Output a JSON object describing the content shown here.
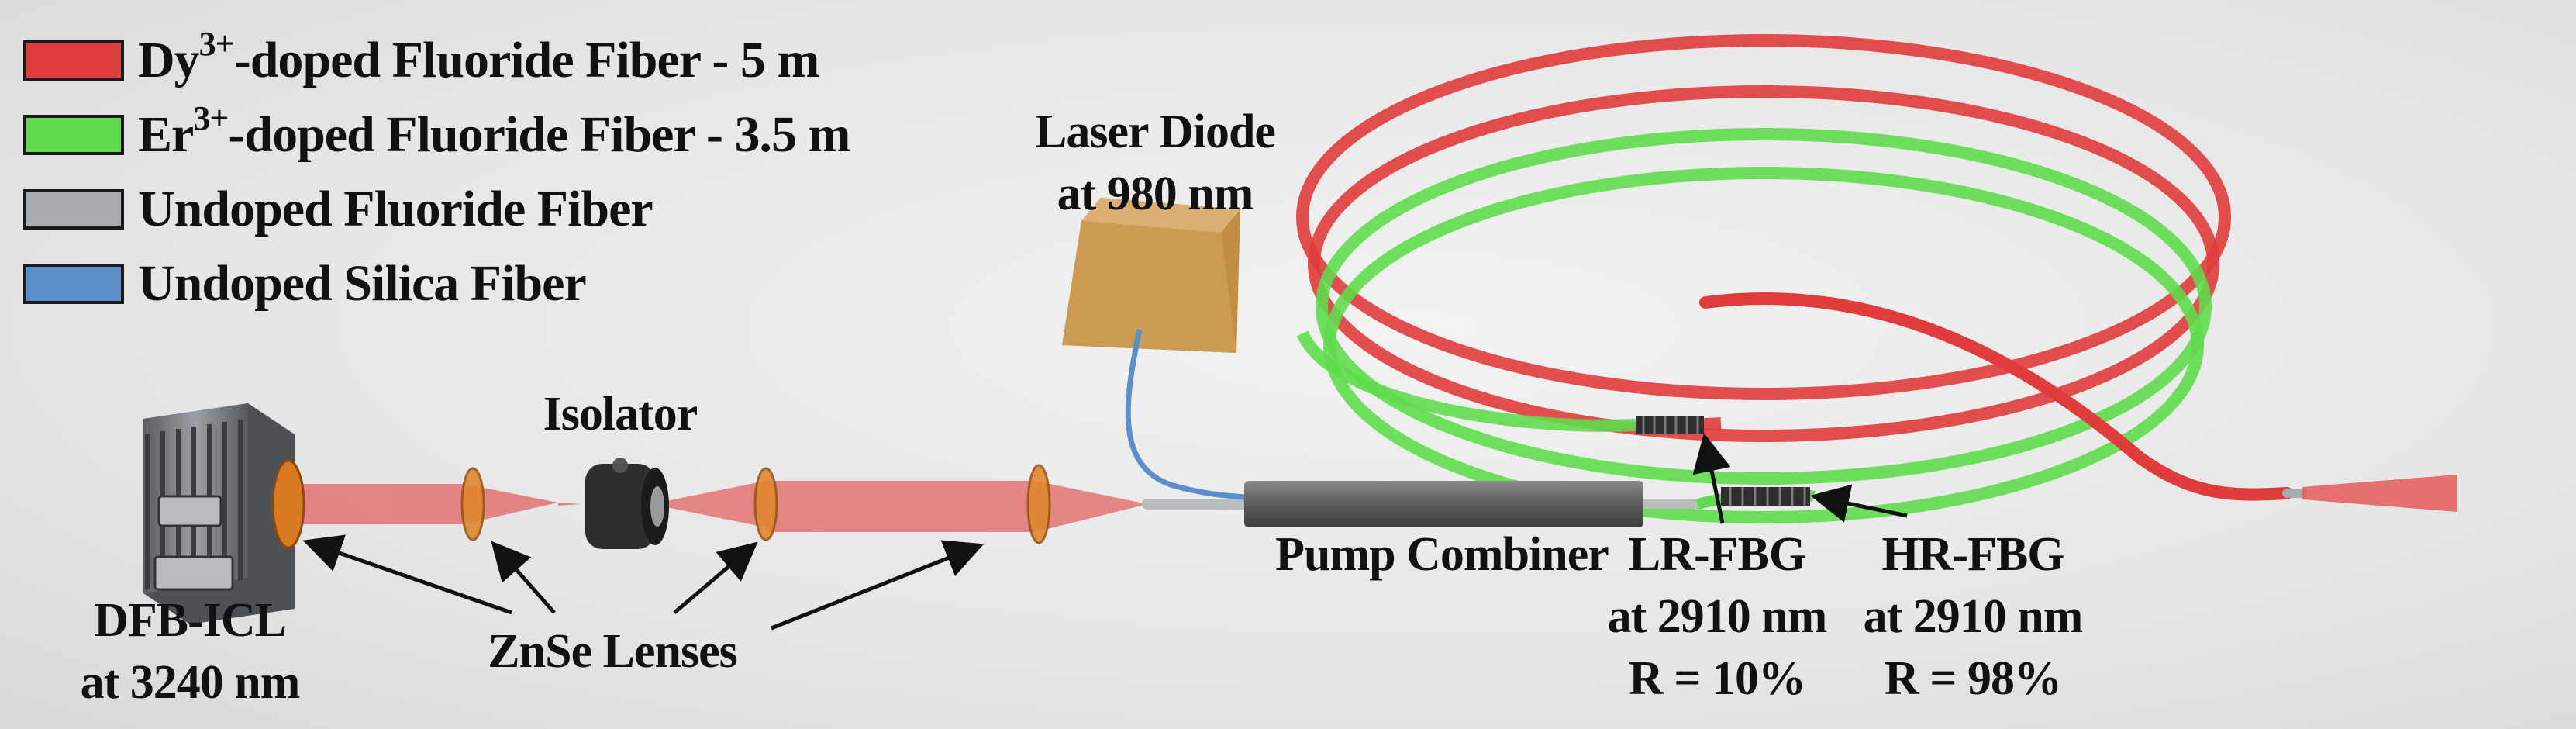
{
  "legend": [
    {
      "prefix": "Dy",
      "sup": "3+",
      "text": "-doped Fluoride Fiber - 5 m",
      "color": "#e03c3c"
    },
    {
      "prefix": "Er",
      "sup": "3+",
      "text": "-doped Fluoride Fiber - 3.5 m",
      "color": "#5fdb4d"
    },
    {
      "prefix": "",
      "sup": "",
      "text": "Undoped Fluoride Fiber",
      "color": "#a8acae"
    },
    {
      "prefix": "",
      "sup": "",
      "text": "Undoped Silica Fiber",
      "color": "#5b8fcc"
    }
  ],
  "labels": {
    "laser_diode": [
      "Laser Diode",
      "at 980 nm"
    ],
    "isolator": "Isolator",
    "dfb_icl": [
      "DFB-ICL",
      "at 3240 nm"
    ],
    "znse_lenses": "ZnSe Lenses",
    "pump_combiner": "Pump Combiner",
    "lr_fbg": [
      "LR-FBG",
      "at 2910 nm",
      "R = 10%"
    ],
    "hr_fbg": [
      "HR-FBG",
      "at 2910 nm",
      "R = 98%"
    ]
  },
  "colors": {
    "beam": "#e35a5a",
    "lens": "#e0882f",
    "laser_box": "#d4a354",
    "combiner": "#6a6a6a",
    "fbg": "#2f2f2f"
  },
  "icons": [
    "dfb-icl-laser-module",
    "isolator-optic",
    "znse-lens",
    "laser-diode-box",
    "pump-combiner",
    "fiber-bragg-grating",
    "fiber-coil"
  ]
}
